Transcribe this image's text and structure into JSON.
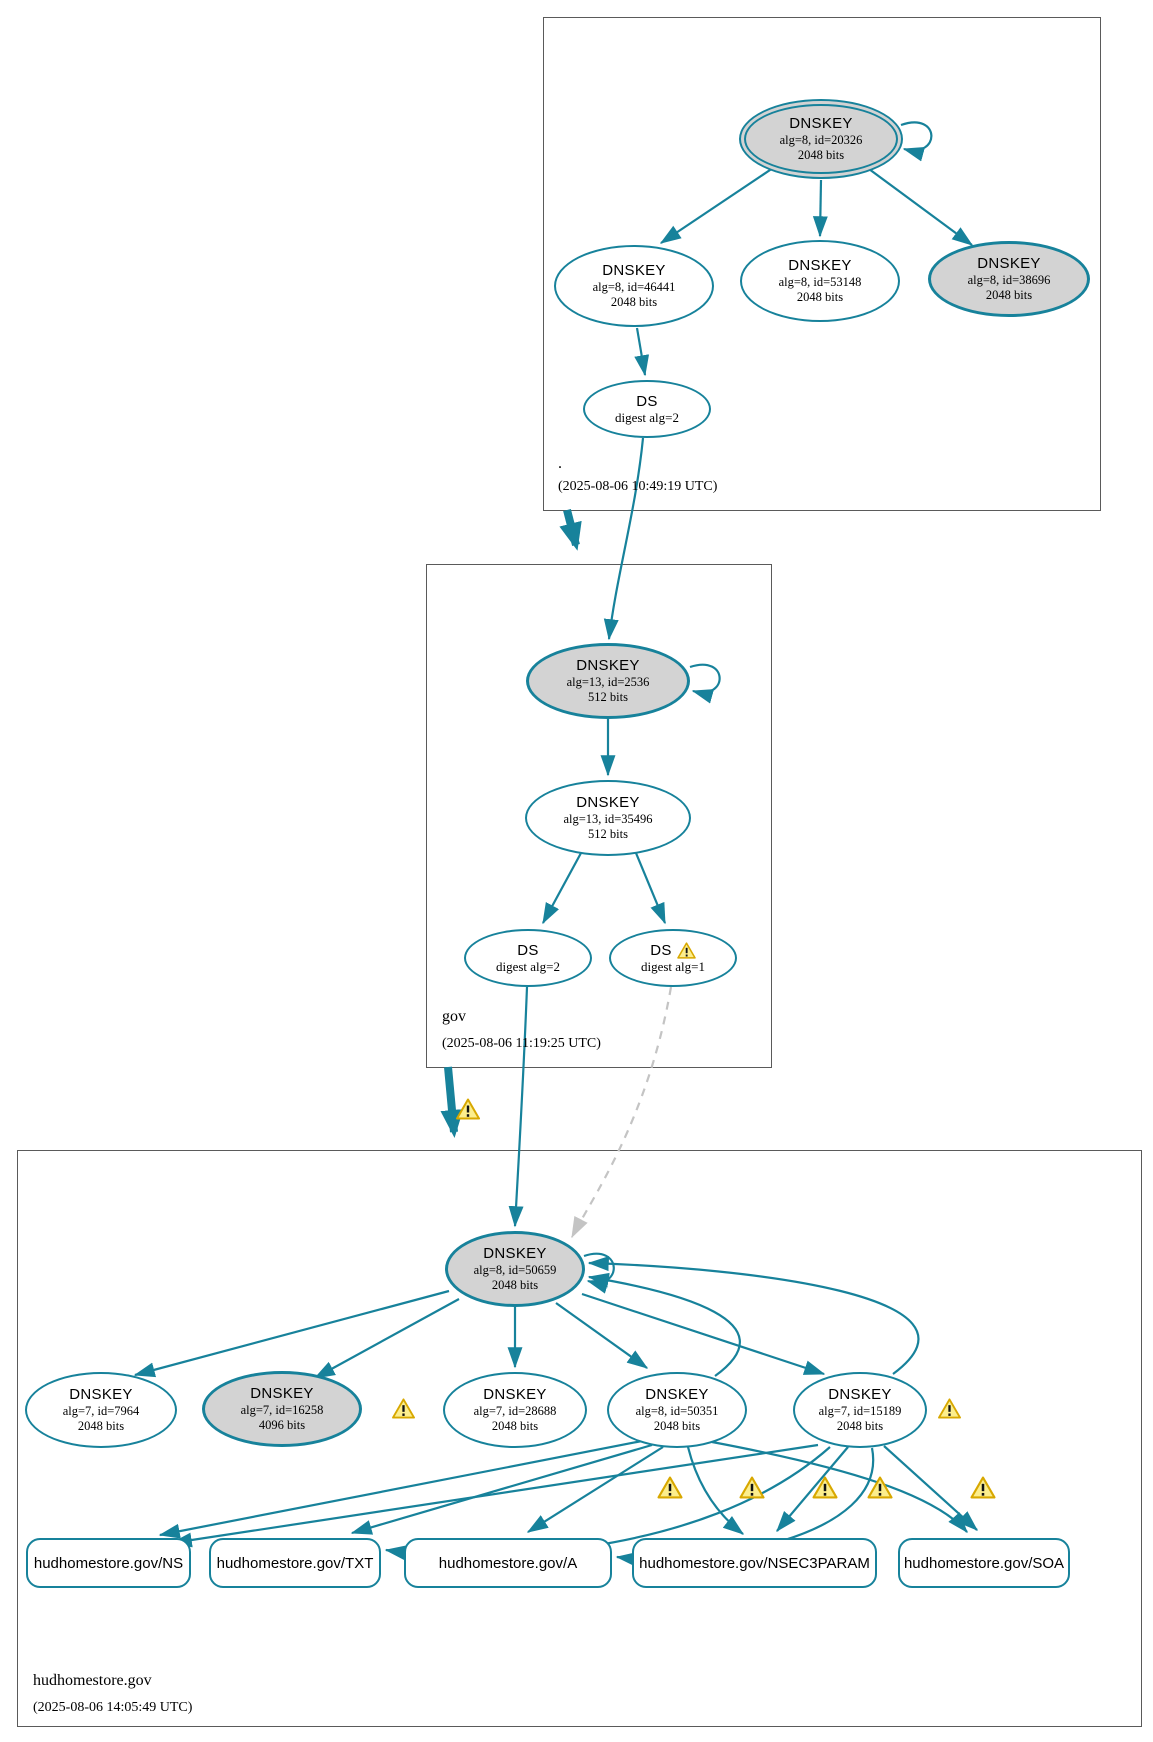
{
  "diagram_title": "DNSSEC authentication chain",
  "colors": {
    "edge_teal": "#17829b",
    "node_gray_fill": "#d3d3d3",
    "dashed_gray": "#c4c4c4",
    "warning_fill": "#fcee8d",
    "warning_border": "#d8a800",
    "zone_border": "#5a5a5a"
  },
  "icons": {
    "warning": "warning-icon (yellow triangle with !)",
    "self_sign_loop": "circular self-signature arrow"
  },
  "zones": [
    {
      "name": ".",
      "timestamp": "(2025-08-06 10:49:19 UTC)",
      "nodes": {
        "ksk": {
          "title": "DNSKEY",
          "line1": "alg=8, id=20326",
          "line2": "2048 bits"
        },
        "key46441": {
          "title": "DNSKEY",
          "line1": "alg=8, id=46441",
          "line2": "2048 bits"
        },
        "key53148": {
          "title": "DNSKEY",
          "line1": "alg=8, id=53148",
          "line2": "2048 bits"
        },
        "key38696": {
          "title": "DNSKEY",
          "line1": "alg=8, id=38696",
          "line2": "2048 bits"
        },
        "ds": {
          "title": "DS",
          "line1": "digest alg=2"
        }
      }
    },
    {
      "name": "gov",
      "timestamp": "(2025-08-06 11:19:25 UTC)",
      "nodes": {
        "ksk": {
          "title": "DNSKEY",
          "line1": "alg=13, id=2536",
          "line2": "512 bits"
        },
        "zsk": {
          "title": "DNSKEY",
          "line1": "alg=13, id=35496",
          "line2": "512 bits"
        },
        "ds2": {
          "title": "DS",
          "line1": "digest alg=2"
        },
        "ds1": {
          "title": "DS",
          "line1": "digest alg=1"
        }
      }
    },
    {
      "name": "hudhomestore.gov",
      "timestamp": "(2025-08-06 14:05:49 UTC)",
      "nodes": {
        "ksk": {
          "title": "DNSKEY",
          "line1": "alg=8, id=50659",
          "line2": "2048 bits"
        },
        "key7964": {
          "title": "DNSKEY",
          "line1": "alg=7, id=7964",
          "line2": "2048 bits"
        },
        "key16258": {
          "title": "DNSKEY",
          "line1": "alg=7, id=16258",
          "line2": "4096 bits"
        },
        "key28688": {
          "title": "DNSKEY",
          "line1": "alg=7, id=28688",
          "line2": "2048 bits"
        },
        "key50351": {
          "title": "DNSKEY",
          "line1": "alg=8, id=50351",
          "line2": "2048 bits"
        },
        "key15189": {
          "title": "DNSKEY",
          "line1": "alg=7, id=15189",
          "line2": "2048 bits"
        }
      },
      "rrsets": [
        {
          "label": "hudhomestore.gov/NS"
        },
        {
          "label": "hudhomestore.gov/TXT"
        },
        {
          "label": "hudhomestore.gov/A"
        },
        {
          "label": "hudhomestore.gov/NSEC3PARAM"
        },
        {
          "label": "hudhomestore.gov/SOA"
        }
      ]
    }
  ]
}
